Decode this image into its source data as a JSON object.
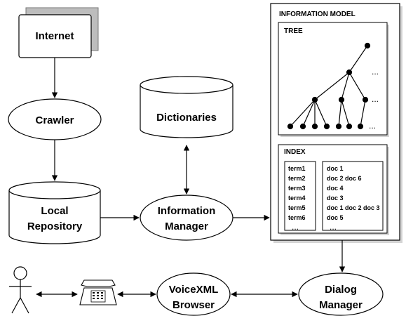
{
  "nodes": {
    "internet": "Internet",
    "crawler": "Crawler",
    "repository_line1": "Local",
    "repository_line2": "Repository",
    "dictionaries": "Dictionaries",
    "info_manager_line1": "Information",
    "info_manager_line2": "Manager",
    "voicexml_line1": "VoiceXML",
    "voicexml_line2": "Browser",
    "dialog_line1": "Dialog",
    "dialog_line2": "Manager"
  },
  "information_model": {
    "title": "INFORMATION MODEL",
    "tree_title": "TREE",
    "index_title": "INDEX",
    "ellipsis": "...",
    "terms": [
      "term1",
      "term2",
      "term3",
      "term4",
      "term5",
      "term6"
    ],
    "docs": [
      "doc 1",
      "doc 2 doc 6",
      "doc 4",
      "doc 3",
      "doc 1 doc 2 doc 3",
      "doc 5"
    ]
  },
  "icons": [
    "person-icon",
    "telephone-icon"
  ]
}
